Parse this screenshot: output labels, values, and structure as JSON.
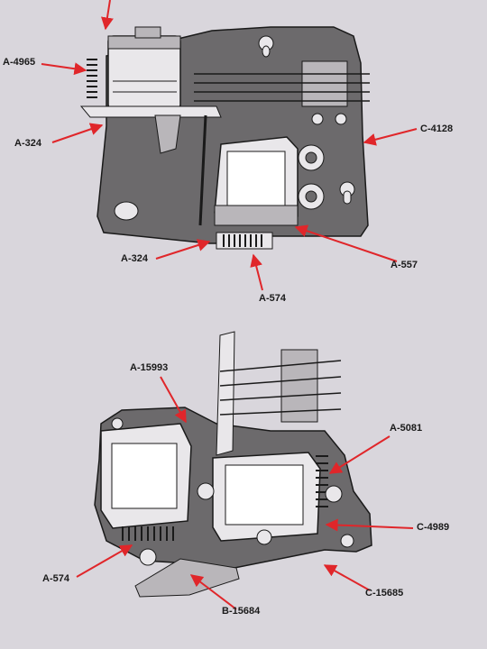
{
  "colors": {
    "paper": "#d9d6dc",
    "plate": "#6c6a6c",
    "ink": "#1a1a1a",
    "arrow": "#e0262a",
    "metal_light": "#e9e7ea",
    "metal_mid": "#b9b6ba"
  },
  "upper_assembly": {
    "callouts": [
      {
        "id": "a4965_top",
        "label": "A-4965"
      },
      {
        "id": "a324_left",
        "label": "A-324"
      },
      {
        "id": "c4128",
        "label": "C-4128"
      },
      {
        "id": "a324_bottom",
        "label": "A-324"
      },
      {
        "id": "a557",
        "label": "A-557"
      },
      {
        "id": "a574_top",
        "label": "A-574"
      }
    ]
  },
  "lower_assembly": {
    "callouts": [
      {
        "id": "a15993",
        "label": "A-15993"
      },
      {
        "id": "a5081",
        "label": "A-5081"
      },
      {
        "id": "c4989",
        "label": "C-4989"
      },
      {
        "id": "a574_bottom",
        "label": "A-574"
      },
      {
        "id": "c15685",
        "label": "C-15685"
      },
      {
        "id": "b15684",
        "label": "B-15684"
      }
    ]
  }
}
